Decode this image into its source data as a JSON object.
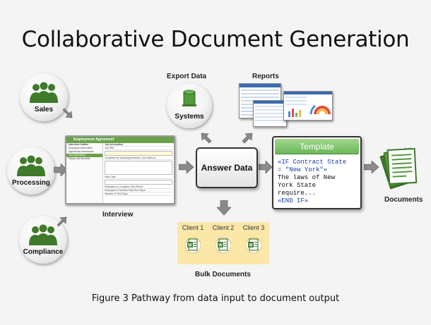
{
  "title": "Collaborative Document Generation",
  "caption": "Figure 3  Pathway from data input to document output",
  "inputs": [
    {
      "label": "Sales"
    },
    {
      "label": "Processing"
    },
    {
      "label": "Compliance"
    }
  ],
  "interview": {
    "label": "Interview",
    "window_title": "Employment Agreement",
    "outline_header": "Interview Outline",
    "outline_items": [
      "Employee Information",
      "Agreement Information",
      "Job Information",
      "Salary and Benefits"
    ],
    "selected_item": "Job Information",
    "panel_header": "Job Information",
    "fields": [
      "Job Title",
      "Complete the following sentence: Job duties of",
      "Start Date",
      "Employee to Complete Trial Period",
      "Employee to Receive Paid Sick Days",
      "Number of Sick Days"
    ]
  },
  "answer_data": {
    "label": "Answer Data"
  },
  "export": {
    "header": "Export Data",
    "label": "Systems"
  },
  "reports": {
    "label": "Reports"
  },
  "template": {
    "header": "Template",
    "lines": [
      {
        "text": "«IF Contract State",
        "color": "blue"
      },
      {
        "text": "= \"New York\"»",
        "color": "blue"
      },
      {
        "text": "The laws of New",
        "color": "black"
      },
      {
        "text": "York State",
        "color": "black"
      },
      {
        "text": "require...",
        "color": "black"
      },
      {
        "text": "«END IF»",
        "color": "blue"
      }
    ]
  },
  "documents": {
    "label": "Documents"
  },
  "bulk": {
    "label": "Bulk Documents",
    "clients": [
      "Client 1",
      "Client 2",
      "Client 3"
    ]
  },
  "colors": {
    "accent_green": "#6cb85a",
    "person_green": "#3f7a2a",
    "bulk_bg": "#fbe7a8",
    "template_blue": "#1a40a8"
  },
  "icons": [
    "people-group-icon",
    "database-icon",
    "document-stack-icon",
    "word-document-icon",
    "arrow-icon"
  ]
}
